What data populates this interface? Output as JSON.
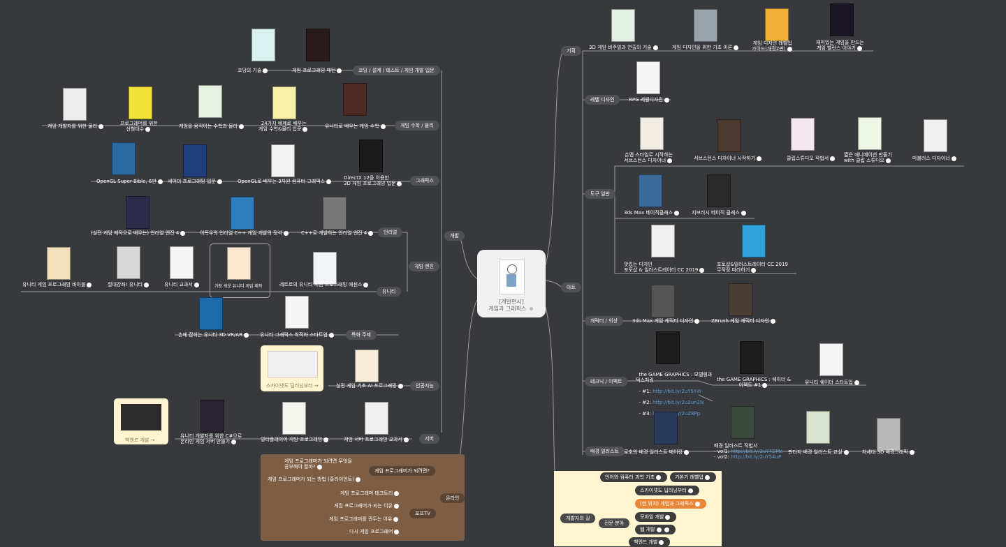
{
  "center": {
    "line1": "[개발편시]",
    "line2": "게임과 그래픽스"
  },
  "branches": {
    "dev": "개발",
    "art": "아트",
    "plan": "기획",
    "level": "레벨 디자인",
    "tools": "도구 일반",
    "char": "캐릭터 / 의상",
    "tech": "테크닉 / 이펙트",
    "bg": "배경 일러스트",
    "online": "온라인",
    "way": "개발자의 길",
    "coding": "코딩 / 설계 / 테스트 / 게임 개발 입문",
    "math": "게임 수학 / 물리",
    "graphics": "그래픽스",
    "engine": "게임 엔진",
    "unreal": "언리얼",
    "unity": "유니티",
    "special": "특화 주제",
    "ai": "인공지능",
    "server": "서버",
    "howto": "게임 프로그래머가 되려면?",
    "podcast": "포프TV",
    "field": "전문 분야"
  },
  "books": {
    "c1": "코딩의 기술",
    "c2": "게임 프로그래밍 패턴",
    "m1": "게임 개발자를 위한 물리",
    "m2": "프로그래머를 위한\n선형대수",
    "m3": "게임을 움직이는 수학과 물리",
    "m4": "24가지 예제로 배우는\n게임 수학&물리 입문",
    "m5": "유니티로 배우는 게임 수학",
    "g1": "OpenGL Super Bible, 6판",
    "g2": "셰이더 프로그래밍 입문",
    "g3": "OpenGL로 배우는 3차원 컴퓨터 그래픽스",
    "g4": "DirectX 12을 이용한\n3D 게임 프로그래밍 입문",
    "u1": "(실전 게임 제작으로 배우는) 언리얼 엔진 4",
    "u2": "이득우의 언리얼 C++ 게임 개발의 정석",
    "u3": "C++로 개발하는 언리얼 엔진 4",
    "y1": "유니티 게임 프로그래밍 바이블",
    "y2": "절대강좌! 유니티",
    "y3": "유니티 교과서",
    "y4": "가장 쉬운 유니티 게임 제작",
    "y5": "레트로의 유니티 게임 프로그래밍 에센스",
    "s1": "손에 잡히는 유니티 3D VR/AR",
    "s2": "유니티 그래픽스 최적화 스타트업",
    "a1": "실전 게임 기초 AI 프로그래밍",
    "a_note": "스카이넷도 딥러닝부터 →",
    "v1": "유니티 개발자를 위한 C#으로\n온라인 게임 서버 만들기",
    "v2": "멀티플레이어 게임 프로그래밍",
    "v3": "게임 서버 프로그래밍 교과서",
    "v_note": "백엔드 개발 →",
    "p1": "3D 게임 비주얼과 연출의 기술",
    "p2": "게임 디자인을 위한 기초 이론",
    "p3": "게임 디자인 레벨업\n가이드(개정2판)",
    "p4": "재미있는 게임을 만드는\n게임 밸런스 이야기",
    "l1": "RPG 레벨디자인",
    "t1": "손맵 스타일로 시작하는\n서브스턴스 디자이너",
    "t2": "서브스턴스 디자이너 시작하기",
    "t3": "클립스튜디오 작법서",
    "t4": "짧은 애니메이션 만들기\nwith 클립 스튜디오",
    "t5": "마블러스 디자이너",
    "t6": "3ds Max 베이직클래스",
    "t7": "지브러시 베이직 클래스",
    "t8": "맛있는 디자인\n포토샵 & 일러스트레이터 CC 2019",
    "t9": "포토샵&일러스트레이터 CC 2019\n무작정 따라하기",
    "ch1": "3ds Max 게임 캐릭터 디자인",
    "ch2": "ZBrush 게임 캐릭터 디자인",
    "e1": "the GAME GRAPHICS : 모델링과\n텍스처링",
    "e1_a": "#1: ",
    "e1_al": "http://bit.ly/2uY5Y4I",
    "e1_b": "#2: ",
    "e1_bl": "http://bit.ly/2u2un2N",
    "e1_c": "#3: ",
    "e1_cl": "http://bit.ly/2uZ8Pp",
    "e2": "the GAME GRAPHICS : 쉐이더 &\n이펙트 #1",
    "e3": "유니티 쉐이더 스타트업",
    "b1": "로호의 배경 일러스트 메이킹",
    "b2": "배경 일러스트 작법서",
    "b2_a": "vol1: ",
    "b2_al": "http://bit.ly/2uY4DMe",
    "b2_b": "vol2: ",
    "b2_bl": "http://bit.ly/2uY54uP",
    "b3": "판타지 배경 일러스트 교실",
    "b4": "차세대 3D 배경그래픽"
  },
  "online": {
    "q1": "게임 프로그래머가 되려면 무엇을\n공부해야 할까?",
    "q2": "게임 프로그래머가 되는 방법 (홍라이언트)",
    "p1": "게임 프로그래머 테크트리",
    "p2": "게임 프로그래머가 되는 이유",
    "p3": "게임 프로그래머를 관두는 이유",
    "p4": "다시 게임 프로그래머"
  },
  "devpath": {
    "f1": "언어와 컴퓨터 과학 기초",
    "f2": "기본기 레벨업",
    "s1": "스카이넷도 딥러닝부터",
    "s2": "(현 위치) 게임과 그래픽스",
    "s3": "모바일 개발",
    "s4": "웹 개발",
    "s5": "백엔드 개발"
  },
  "colors": {
    "bg": "#38393c",
    "pill": "#4f5157",
    "link": "#5b9bd5",
    "highlight": "#e8873a",
    "brown": "#7d5e44",
    "yellow": "#fff6d1"
  }
}
